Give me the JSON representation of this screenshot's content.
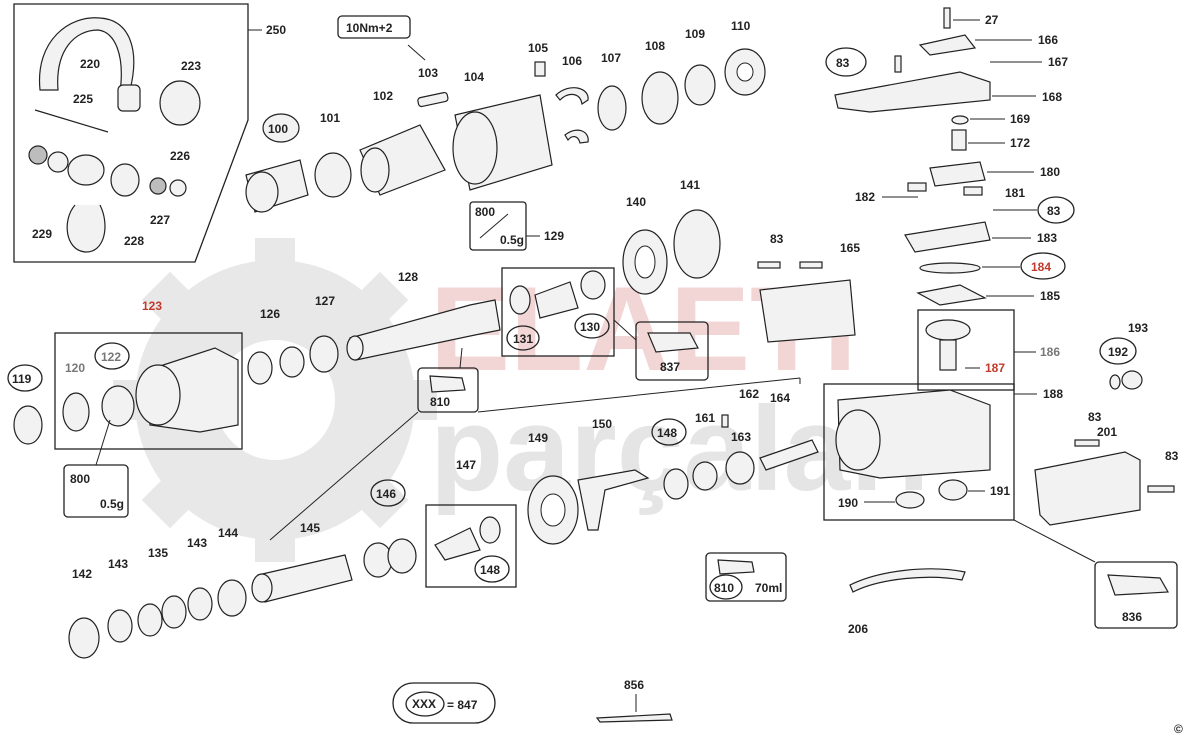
{
  "watermark": {
    "line1": "ELAETI",
    "line2": "parçaları",
    "color": "#e8b4b4",
    "gear_color": "#d6d6d6"
  },
  "torque_note": "10Nm+2",
  "grease_small": {
    "qty": "800",
    "amount": "0.5g"
  },
  "grease_ml": {
    "code": "810",
    "amount": "70ml"
  },
  "legend": {
    "placeholder": "XXX",
    "equals": "= 847"
  },
  "copyright": "©",
  "labels": {
    "l250": "250",
    "l220": "220",
    "l223": "223",
    "l225": "225",
    "l226": "226",
    "l227": "227",
    "l228": "228",
    "l229": "229",
    "l100": "100",
    "l101": "101",
    "l102": "102",
    "l103": "103",
    "l104": "104",
    "l105": "105",
    "l106": "106",
    "l107": "107",
    "l108": "108",
    "l109": "109",
    "l110": "110",
    "l27": "27",
    "l166": "166",
    "l83a": "83",
    "l167": "167",
    "l168": "168",
    "l169": "169",
    "l172": "172",
    "l180": "180",
    "l182": "182",
    "l181": "181",
    "l83b": "83",
    "l183": "183",
    "l184": "184",
    "l185": "185",
    "l186": "186",
    "l187": "187",
    "l193": "193",
    "l192": "192",
    "l129": "129",
    "l140": "140",
    "l141": "141",
    "l83c": "83",
    "l165": "165",
    "l123": "123",
    "l126": "126",
    "l127": "127",
    "l128": "128",
    "l131": "131",
    "l130": "130",
    "l837": "837",
    "l119": "119",
    "l120": "120",
    "l122": "122",
    "l810": "810",
    "l162": "162",
    "l164": "164",
    "l161": "161",
    "l163": "163",
    "l148a": "148",
    "l149": "149",
    "l150": "150",
    "l188": "188",
    "l190": "190",
    "l191": "191",
    "l83d": "83",
    "l201": "201",
    "l83e": "83",
    "l147": "147",
    "l148b": "148",
    "l146": "146",
    "l145": "145",
    "l144": "144",
    "l143a": "143",
    "l135": "135",
    "l143b": "143",
    "l142": "142",
    "l206": "206",
    "l836": "836",
    "l856": "856"
  }
}
